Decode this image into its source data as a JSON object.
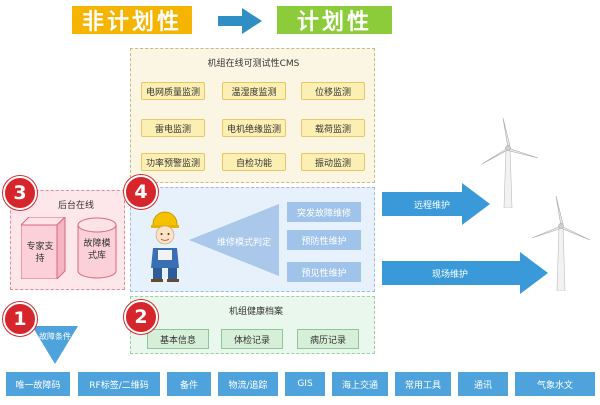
{
  "header": {
    "left": "非计划性",
    "right": "计划性"
  },
  "cms": {
    "title": "机组在线可测试性CMS",
    "items": [
      "电网质量监测",
      "温湿度监测",
      "位移监测",
      "雷电监测",
      "电机绝缘监测",
      "载荷监测",
      "功率预警监测",
      "自检功能",
      "振动监测"
    ]
  },
  "backend": {
    "title": "后台在线",
    "expert": "专家支持",
    "fault_db": "故障模式库"
  },
  "maintenance": {
    "decision": "维修模式判定",
    "items": [
      "突发故障维修",
      "预防性维护",
      "预见性维护"
    ]
  },
  "health": {
    "title": "机组健康档案",
    "items": [
      "基本信息",
      "体检记录",
      "病历记录"
    ]
  },
  "arrows": {
    "remote": "远程维护",
    "onsite": "现场维护"
  },
  "fault_trigger": "故障条件",
  "badges": [
    "1",
    "2",
    "3",
    "4"
  ],
  "bottom_bar": [
    "唯一故障码",
    "RF标签/二维码",
    "备件",
    "物流/追踪",
    "GIS",
    "海上交通",
    "常用工具",
    "通讯",
    "气象水文"
  ],
  "colors": {
    "header_left": "#f5b400",
    "header_right": "#8ccb3a",
    "arrow_top": "#2f8fc4",
    "badge": "#d7262b",
    "bottom_bar": "#4fa3dc",
    "right_arrows": "#3a9ad9"
  }
}
